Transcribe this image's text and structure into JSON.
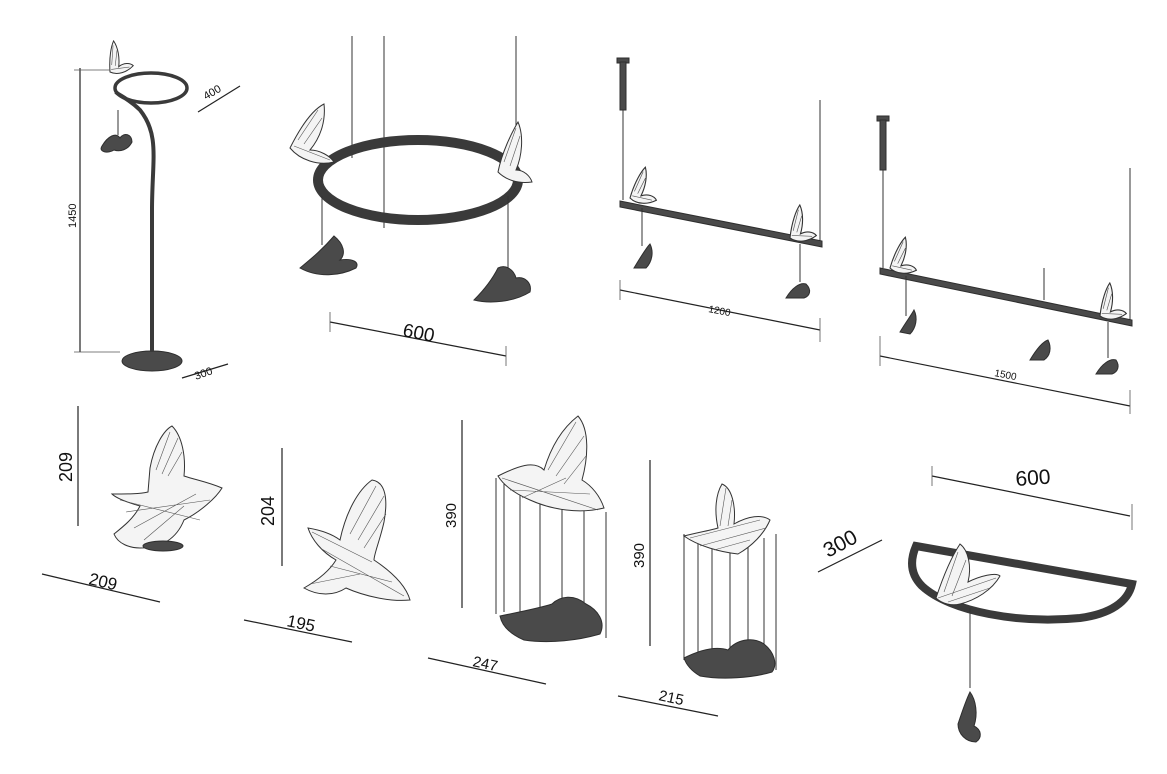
{
  "dimensions": {
    "floor_lamp_height": "1450",
    "floor_lamp_ring_diameter": "400",
    "floor_lamp_base_diameter": "300",
    "ring_pendant_diameter": "600",
    "linear_pendant_short_length": "1200",
    "linear_pendant_long_length": "1500",
    "bird1_height": "209",
    "bird1_width": "209",
    "bird2_height": "204",
    "bird2_width": "195",
    "pendant_bird_a_height": "390",
    "pendant_bird_a_width": "247",
    "pendant_bird_b_height": "390",
    "pendant_bird_b_width": "215",
    "wall_lamp_width": "600",
    "wall_lamp_depth": "300"
  },
  "colors": {
    "line": "#222222",
    "solid": "#4a4a4a",
    "background": "#ffffff"
  }
}
